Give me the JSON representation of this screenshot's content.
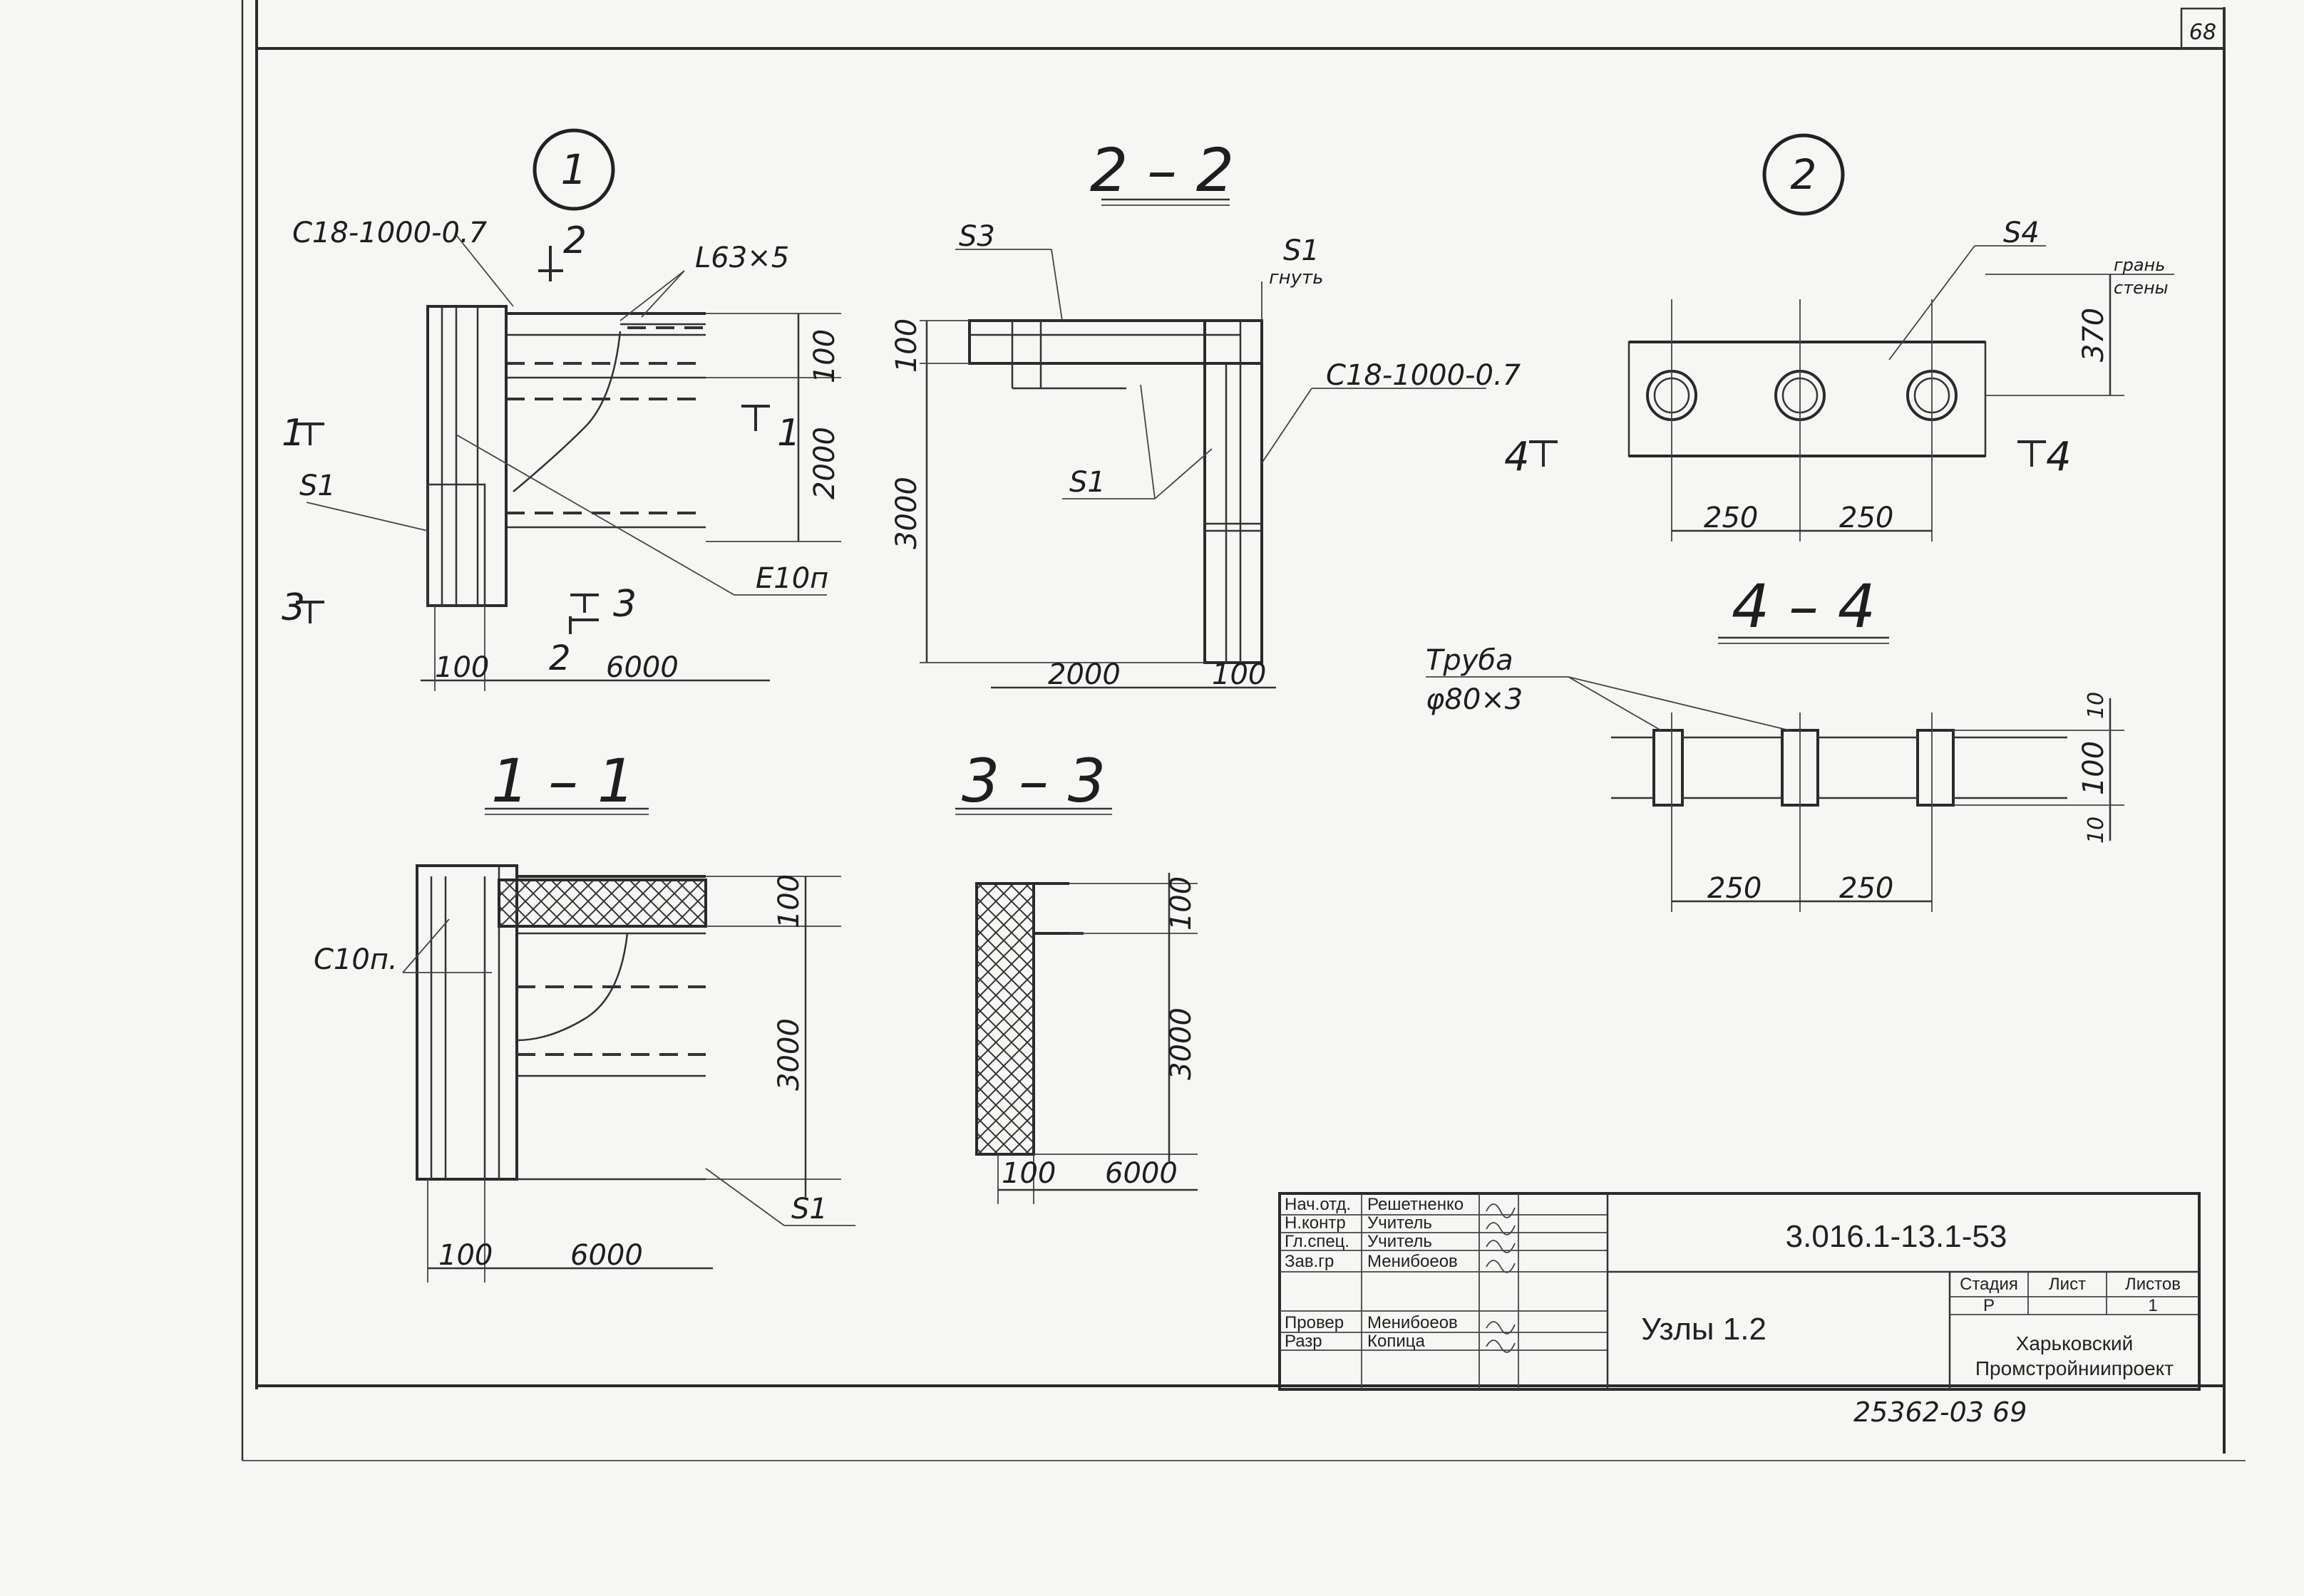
{
  "sheet_number": "68",
  "node1": {
    "marker": "1",
    "label_channel_top": "С18-1000-0.7",
    "label_angle": "L63×5",
    "label_s1": "S1",
    "label_channel": "E10п",
    "cut_1": "1",
    "cut_2": "2",
    "cut_3": "3",
    "dim_100": "100",
    "dim_2000": "2000",
    "dim_6000": "6000",
    "dim_2": "2",
    "dim_100_top": "100"
  },
  "section22": {
    "title": "2 – 2",
    "label_s3": "S3",
    "label_s1_bent": "S1",
    "label_bent": "гнуть",
    "label_c18": "С18-1000-0.7",
    "label_s1": "S1",
    "dim_100_left": "100",
    "dim_3000": "3000",
    "dim_2000": "2000",
    "dim_100_bottom": "100"
  },
  "node2": {
    "marker": "2",
    "label_s4": "S4",
    "label_wall_edge_1": "грань",
    "label_wall_edge_2": "стены",
    "dim_370": "370",
    "cut_4": "4",
    "dim_250_a": "250",
    "dim_250_b": "250"
  },
  "section44": {
    "title": "4 – 4",
    "label_pipe_1": "Труба",
    "label_pipe_2": "φ80×3",
    "dim_10_top": "10",
    "dim_100": "100",
    "dim_10_bottom": "10",
    "dim_250_a": "250",
    "dim_250_b": "250"
  },
  "section11": {
    "title": "1 – 1",
    "label_c10": "С10п.",
    "label_s1": "S1",
    "dim_100_top": "100",
    "dim_3000": "3000",
    "dim_100": "100",
    "dim_6000": "6000"
  },
  "section33": {
    "title": "3 – 3",
    "dim_100_top": "100",
    "dim_3000": "3000",
    "dim_100": "100",
    "dim_6000": "6000"
  },
  "stamp": {
    "rows": [
      {
        "role": "Нач.отд.",
        "name": "Решетненко"
      },
      {
        "role": "Н.контр",
        "name": "Учитель"
      },
      {
        "role": "Гл.спец.",
        "name": "Учитель"
      },
      {
        "role": "Зав.гр",
        "name": "Менибоеов"
      },
      {
        "role": "",
        "name": ""
      },
      {
        "role": "Провер",
        "name": "Менибоеов"
      },
      {
        "role": "Разр",
        "name": "Копица"
      }
    ],
    "code": "3.016.1-13.1-53",
    "sheet_title": "Узлы 1.2",
    "col_stage": "Стадия",
    "col_sheet": "Лист",
    "col_sheets": "Листов",
    "stage": "Р",
    "sheets_total": "1",
    "org_1": "Харьковский",
    "org_2": "Промстройниипроект"
  },
  "archive_number": "25362-03 69"
}
